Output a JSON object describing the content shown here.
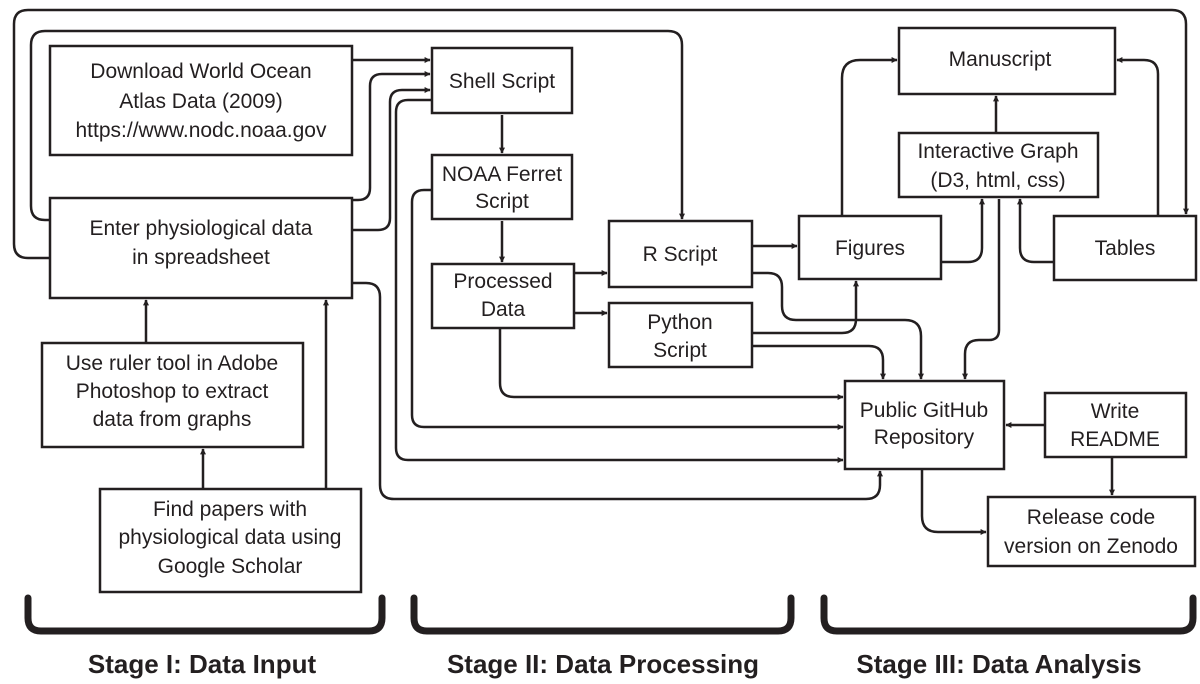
{
  "boxes": {
    "download": [
      "Download World Ocean",
      "Atlas Data (2009)",
      "https://www.nodc.noaa.gov"
    ],
    "enter": [
      "Enter physiological data",
      "in spreadsheet"
    ],
    "ruler": [
      "Use ruler tool in Adobe",
      "Photoshop to extract",
      "data from graphs"
    ],
    "find": [
      "Find papers with",
      "physiological data using",
      "Google Scholar"
    ],
    "shell": [
      "Shell Script"
    ],
    "ferret": [
      "NOAA Ferret",
      "Script"
    ],
    "processed": [
      "Processed",
      "Data"
    ],
    "rscript": [
      "R Script"
    ],
    "python": [
      "Python",
      "Script"
    ],
    "figures": [
      "Figures"
    ],
    "interactive": [
      "Interactive Graph",
      "(D3, html, css)"
    ],
    "manuscript": [
      "Manuscript"
    ],
    "tables": [
      "Tables"
    ],
    "github": [
      "Public GitHub",
      "Repository"
    ],
    "readme": [
      "Write",
      "README"
    ],
    "zenodo": [
      "Release code",
      "version on Zenodo"
    ]
  },
  "stages": {
    "stage1": "Stage I: Data Input",
    "stage2": "Stage II: Data Processing",
    "stage3": "Stage III: Data Analysis"
  }
}
